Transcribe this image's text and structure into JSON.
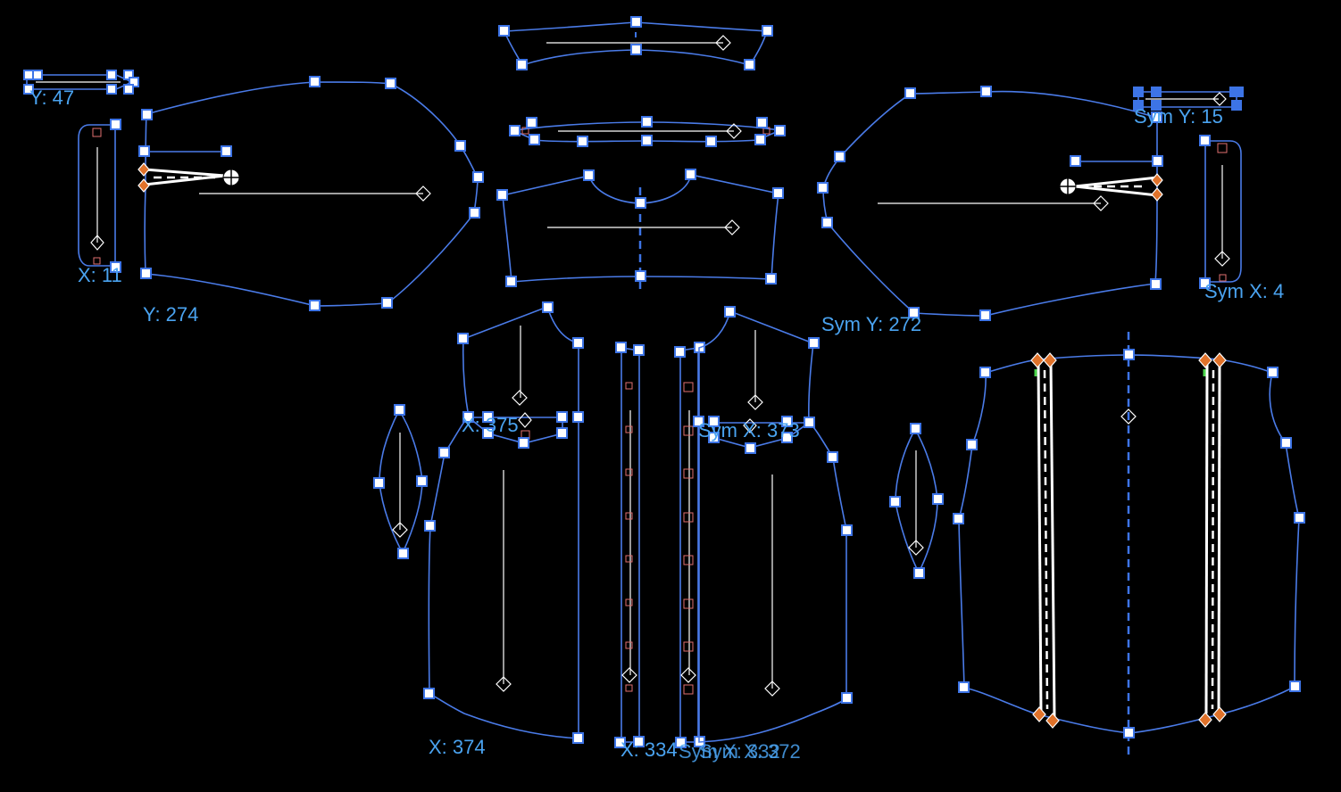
{
  "app": {
    "title": "Pattern pieces editor"
  },
  "colors": {
    "background": "#000000",
    "piece_outline": "#4a7be8",
    "point_fill": "#ffffff",
    "point_stroke": "#3d74e6",
    "label_text": "#4aa3f0",
    "grainline": "#ffffff",
    "notch": "#e07070",
    "dart_marker": "#e0722a"
  },
  "labels": {
    "top_left_y": "Y: 47",
    "sleeve_left_x": "X: 11",
    "sleeve_left_y": "Y: 274",
    "sleeve_right_sym_y_top": "Sym Y: 15",
    "sleeve_right_sym_x": "Sym X: 4",
    "sleeve_right_sym_y": "Sym Y: 272",
    "front_left_x_mid": "X: 375",
    "front_right_sym_x_mid": "Sym X: 373",
    "front_left_x_bottom": "X: 374",
    "placket_left_x": "X: 334",
    "placket_right_sym_x": "Sym X: 332",
    "placket_overlap_sym_x": "Sym X: 372"
  },
  "icons": {
    "control_point": "square-point-icon",
    "grainline_end": "diamond-icon",
    "notch": "notch-square-icon",
    "dart_apex": "crosshair-circle-icon",
    "dart_point": "orange-diamond-icon"
  }
}
